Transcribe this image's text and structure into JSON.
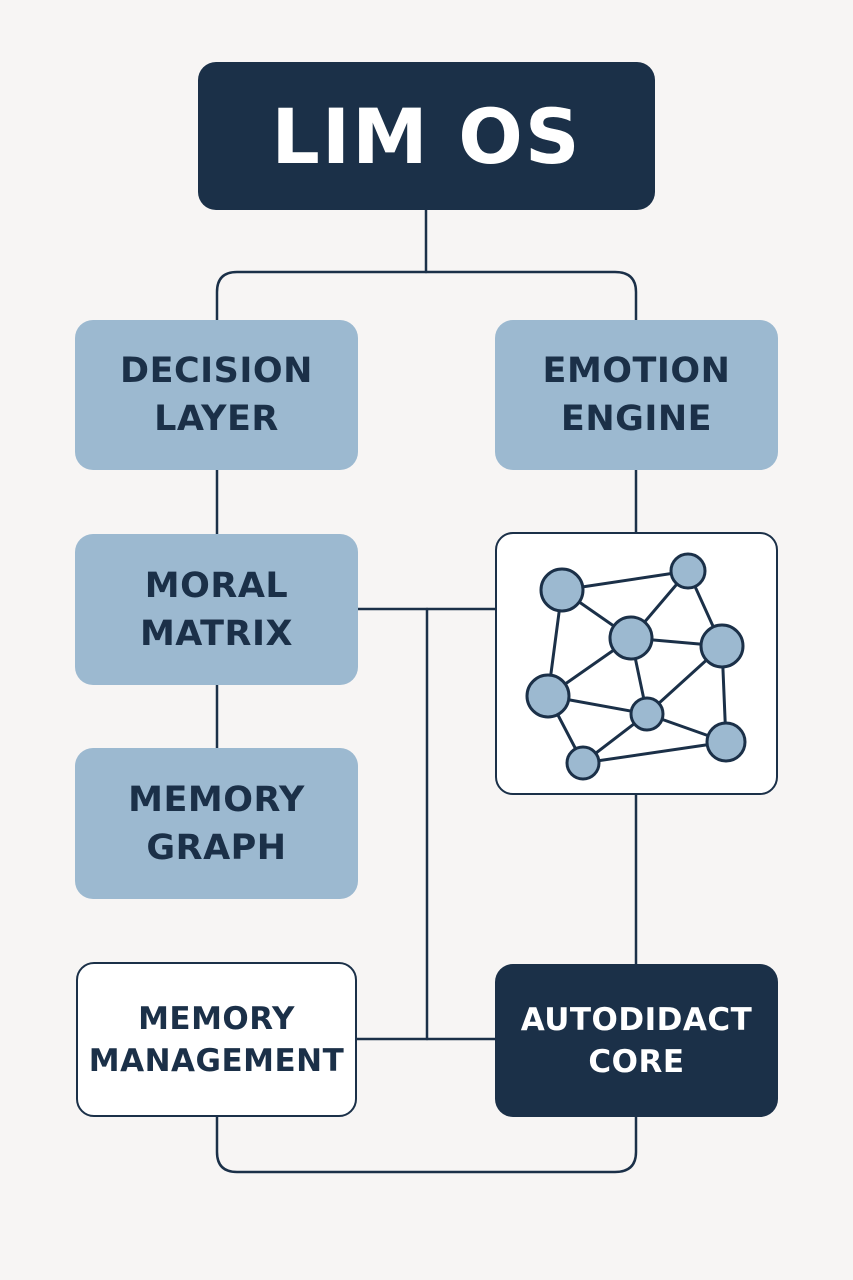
{
  "title": "LIM OS",
  "nodes": {
    "decision_layer": [
      "DECISION",
      "LAYER"
    ],
    "emotion_engine": [
      "EMOTION",
      "ENGINE"
    ],
    "moral_matrix": [
      "MORAL",
      "MATRIX"
    ],
    "memory_graph": [
      "MEMORY",
      "GRAPH"
    ],
    "memory_management": [
      "MEMORY",
      "MANAGEMENT"
    ],
    "autodidact_core": [
      "AUTODIDACT",
      "CORE"
    ]
  },
  "colors": {
    "dark_navy": "#1b3048",
    "light_blue": "#9cb9d0",
    "background": "#f7f5f4",
    "white": "#ffffff"
  },
  "icons": {
    "network": "network-graph-icon"
  }
}
